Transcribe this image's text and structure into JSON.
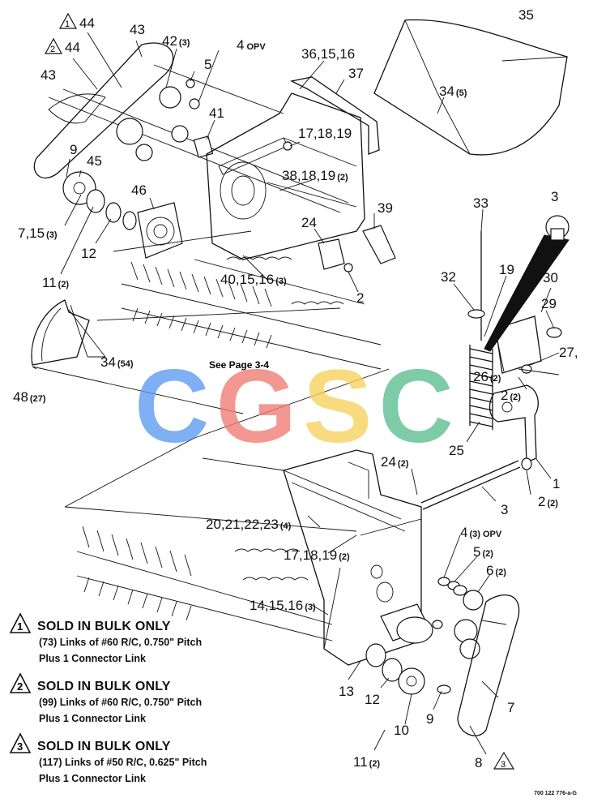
{
  "callouts": [
    {
      "id": "c44a",
      "label": "44",
      "qty": "",
      "note": "1"
    },
    {
      "id": "c44b",
      "label": "44",
      "qty": "",
      "note": "2"
    },
    {
      "id": "c43a",
      "label": "43",
      "qty": ""
    },
    {
      "id": "c43b",
      "label": "43",
      "qty": ""
    },
    {
      "id": "c42",
      "label": "42",
      "qty": "(3)"
    },
    {
      "id": "c4top",
      "label": "4",
      "qty": "OPV"
    },
    {
      "id": "c5top",
      "label": "5",
      "qty": ""
    },
    {
      "id": "c41",
      "label": "41",
      "qty": ""
    },
    {
      "id": "c9top",
      "label": "9",
      "qty": ""
    },
    {
      "id": "c45",
      "label": "45",
      "qty": ""
    },
    {
      "id": "c46",
      "label": "46",
      "qty": ""
    },
    {
      "id": "c715",
      "label": "7,15",
      "qty": "(3)"
    },
    {
      "id": "c12top",
      "label": "12",
      "qty": ""
    },
    {
      "id": "c11top",
      "label": "11",
      "qty": "(2)"
    },
    {
      "id": "c361516",
      "label": "36,15,16",
      "qty": ""
    },
    {
      "id": "c37",
      "label": "37",
      "qty": ""
    },
    {
      "id": "c35",
      "label": "35",
      "qty": ""
    },
    {
      "id": "c34top",
      "label": "34",
      "qty": "(5)"
    },
    {
      "id": "c171819a",
      "label": "17,18,19",
      "qty": ""
    },
    {
      "id": "c381819",
      "label": "38,18,19",
      "qty": "(2)"
    },
    {
      "id": "c39",
      "label": "39",
      "qty": ""
    },
    {
      "id": "c24top",
      "label": "24",
      "qty": ""
    },
    {
      "id": "c401516",
      "label": "40,15,16",
      "qty": "(3)"
    },
    {
      "id": "c2a",
      "label": "2",
      "qty": ""
    },
    {
      "id": "c33",
      "label": "33",
      "qty": ""
    },
    {
      "id": "c3top",
      "label": "3",
      "qty": ""
    },
    {
      "id": "c32",
      "label": "32",
      "qty": ""
    },
    {
      "id": "c19",
      "label": "19",
      "qty": ""
    },
    {
      "id": "c30",
      "label": "30",
      "qty": ""
    },
    {
      "id": "c29",
      "label": "29",
      "qty": ""
    },
    {
      "id": "c27",
      "label": "27,",
      "qty": ""
    },
    {
      "id": "c26",
      "label": "26",
      "qty": "(2)"
    },
    {
      "id": "c2b",
      "label": "2",
      "qty": "(2)"
    },
    {
      "id": "c25",
      "label": "25",
      "qty": ""
    },
    {
      "id": "c34mid",
      "label": "34",
      "qty": "(54)"
    },
    {
      "id": "c48",
      "label": "48",
      "qty": "(27)"
    },
    {
      "id": "c24mid",
      "label": "24",
      "qty": "(2)"
    },
    {
      "id": "c1",
      "label": "1",
      "qty": ""
    },
    {
      "id": "c3mid",
      "label": "3",
      "qty": ""
    },
    {
      "id": "c2c",
      "label": "2",
      "qty": "(2)"
    },
    {
      "id": "c20_23",
      "label": "20,21,22,23",
      "qty": "(4)"
    },
    {
      "id": "c171819b",
      "label": "17,18,19",
      "qty": "(2)"
    },
    {
      "id": "c4bot",
      "label": "4",
      "qty": "(3) OPV"
    },
    {
      "id": "c5bot",
      "label": "5",
      "qty": "(2)"
    },
    {
      "id": "c6",
      "label": "6",
      "qty": "(2)"
    },
    {
      "id": "c141516",
      "label": "14,15,16",
      "qty": "(3)"
    },
    {
      "id": "c13",
      "label": "13",
      "qty": ""
    },
    {
      "id": "c12bot",
      "label": "12",
      "qty": ""
    },
    {
      "id": "c7",
      "label": "7",
      "qty": ""
    },
    {
      "id": "c10",
      "label": "10",
      "qty": ""
    },
    {
      "id": "c9bot",
      "label": "9",
      "qty": ""
    },
    {
      "id": "c11bot",
      "label": "11",
      "qty": "(2)"
    },
    {
      "id": "c8",
      "label": "8",
      "qty": "",
      "note": "3"
    }
  ],
  "see_page": "See Page 3-4",
  "notes": [
    {
      "num": "1",
      "title": "SOLD IN BULK ONLY",
      "line1": "(73) Links of #60 R/C, 0.750\" Pitch",
      "line2": "Plus 1 Connector Link"
    },
    {
      "num": "2",
      "title": "SOLD IN BULK ONLY",
      "line1": "(99) Links of #60 R/C, 0.750\" Pitch",
      "line2": "Plus 1 Connector Link"
    },
    {
      "num": "3",
      "title": "SOLD IN BULK ONLY",
      "line1": "(117) Links of #50 R/C, 0.625\" Pitch",
      "line2": "Plus 1 Connector Link"
    }
  ],
  "figure_id": "700 122 776-a-G",
  "watermark": {
    "letters": [
      {
        "char": "C",
        "color": "#5b9bf0"
      },
      {
        "char": "G",
        "color": "#ef7b73"
      },
      {
        "char": "S",
        "color": "#f8d25c"
      },
      {
        "char": "C",
        "color": "#5bbd8f"
      }
    ]
  }
}
